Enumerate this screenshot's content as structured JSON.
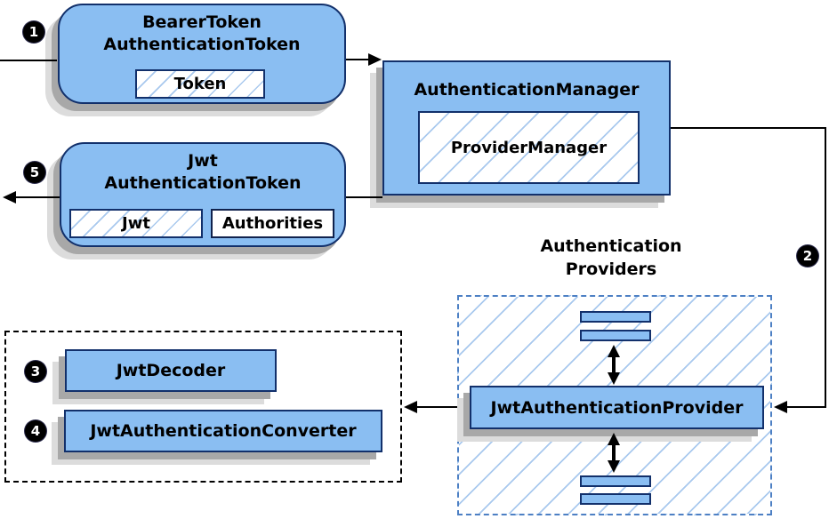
{
  "diagram": {
    "bearer_box": {
      "title": [
        "BearerToken",
        "AuthenticationToken"
      ],
      "token_label": "Token"
    },
    "jwt_box": {
      "title": [
        "Jwt",
        "AuthenticationToken"
      ],
      "jwt_label": "Jwt",
      "authorities_label": "Authorities"
    },
    "manager_box": {
      "title": "AuthenticationManager",
      "provider_manager_label": "ProviderManager"
    },
    "providers_group": {
      "label": [
        "Authentication",
        "Providers"
      ],
      "provider_label": "JwtAuthenticationProvider"
    },
    "decoder_group": {
      "decoder_label": "JwtDecoder",
      "converter_label": "JwtAuthenticationConverter"
    },
    "steps": {
      "step1": "1",
      "step2": "2",
      "step3": "3",
      "step4": "4",
      "step5": "5"
    },
    "colors": {
      "box_fill": "#8abef2",
      "box_border": "#12306b",
      "hatch_line": "#a9c9ee",
      "providers_dash_border": "#4d80c4",
      "shadow_dark": "#a8a8a8",
      "shadow_light": "#dcdcdc",
      "arrow": "#000000",
      "badge_bg": "#000000",
      "badge_text": "#ffffff"
    }
  }
}
